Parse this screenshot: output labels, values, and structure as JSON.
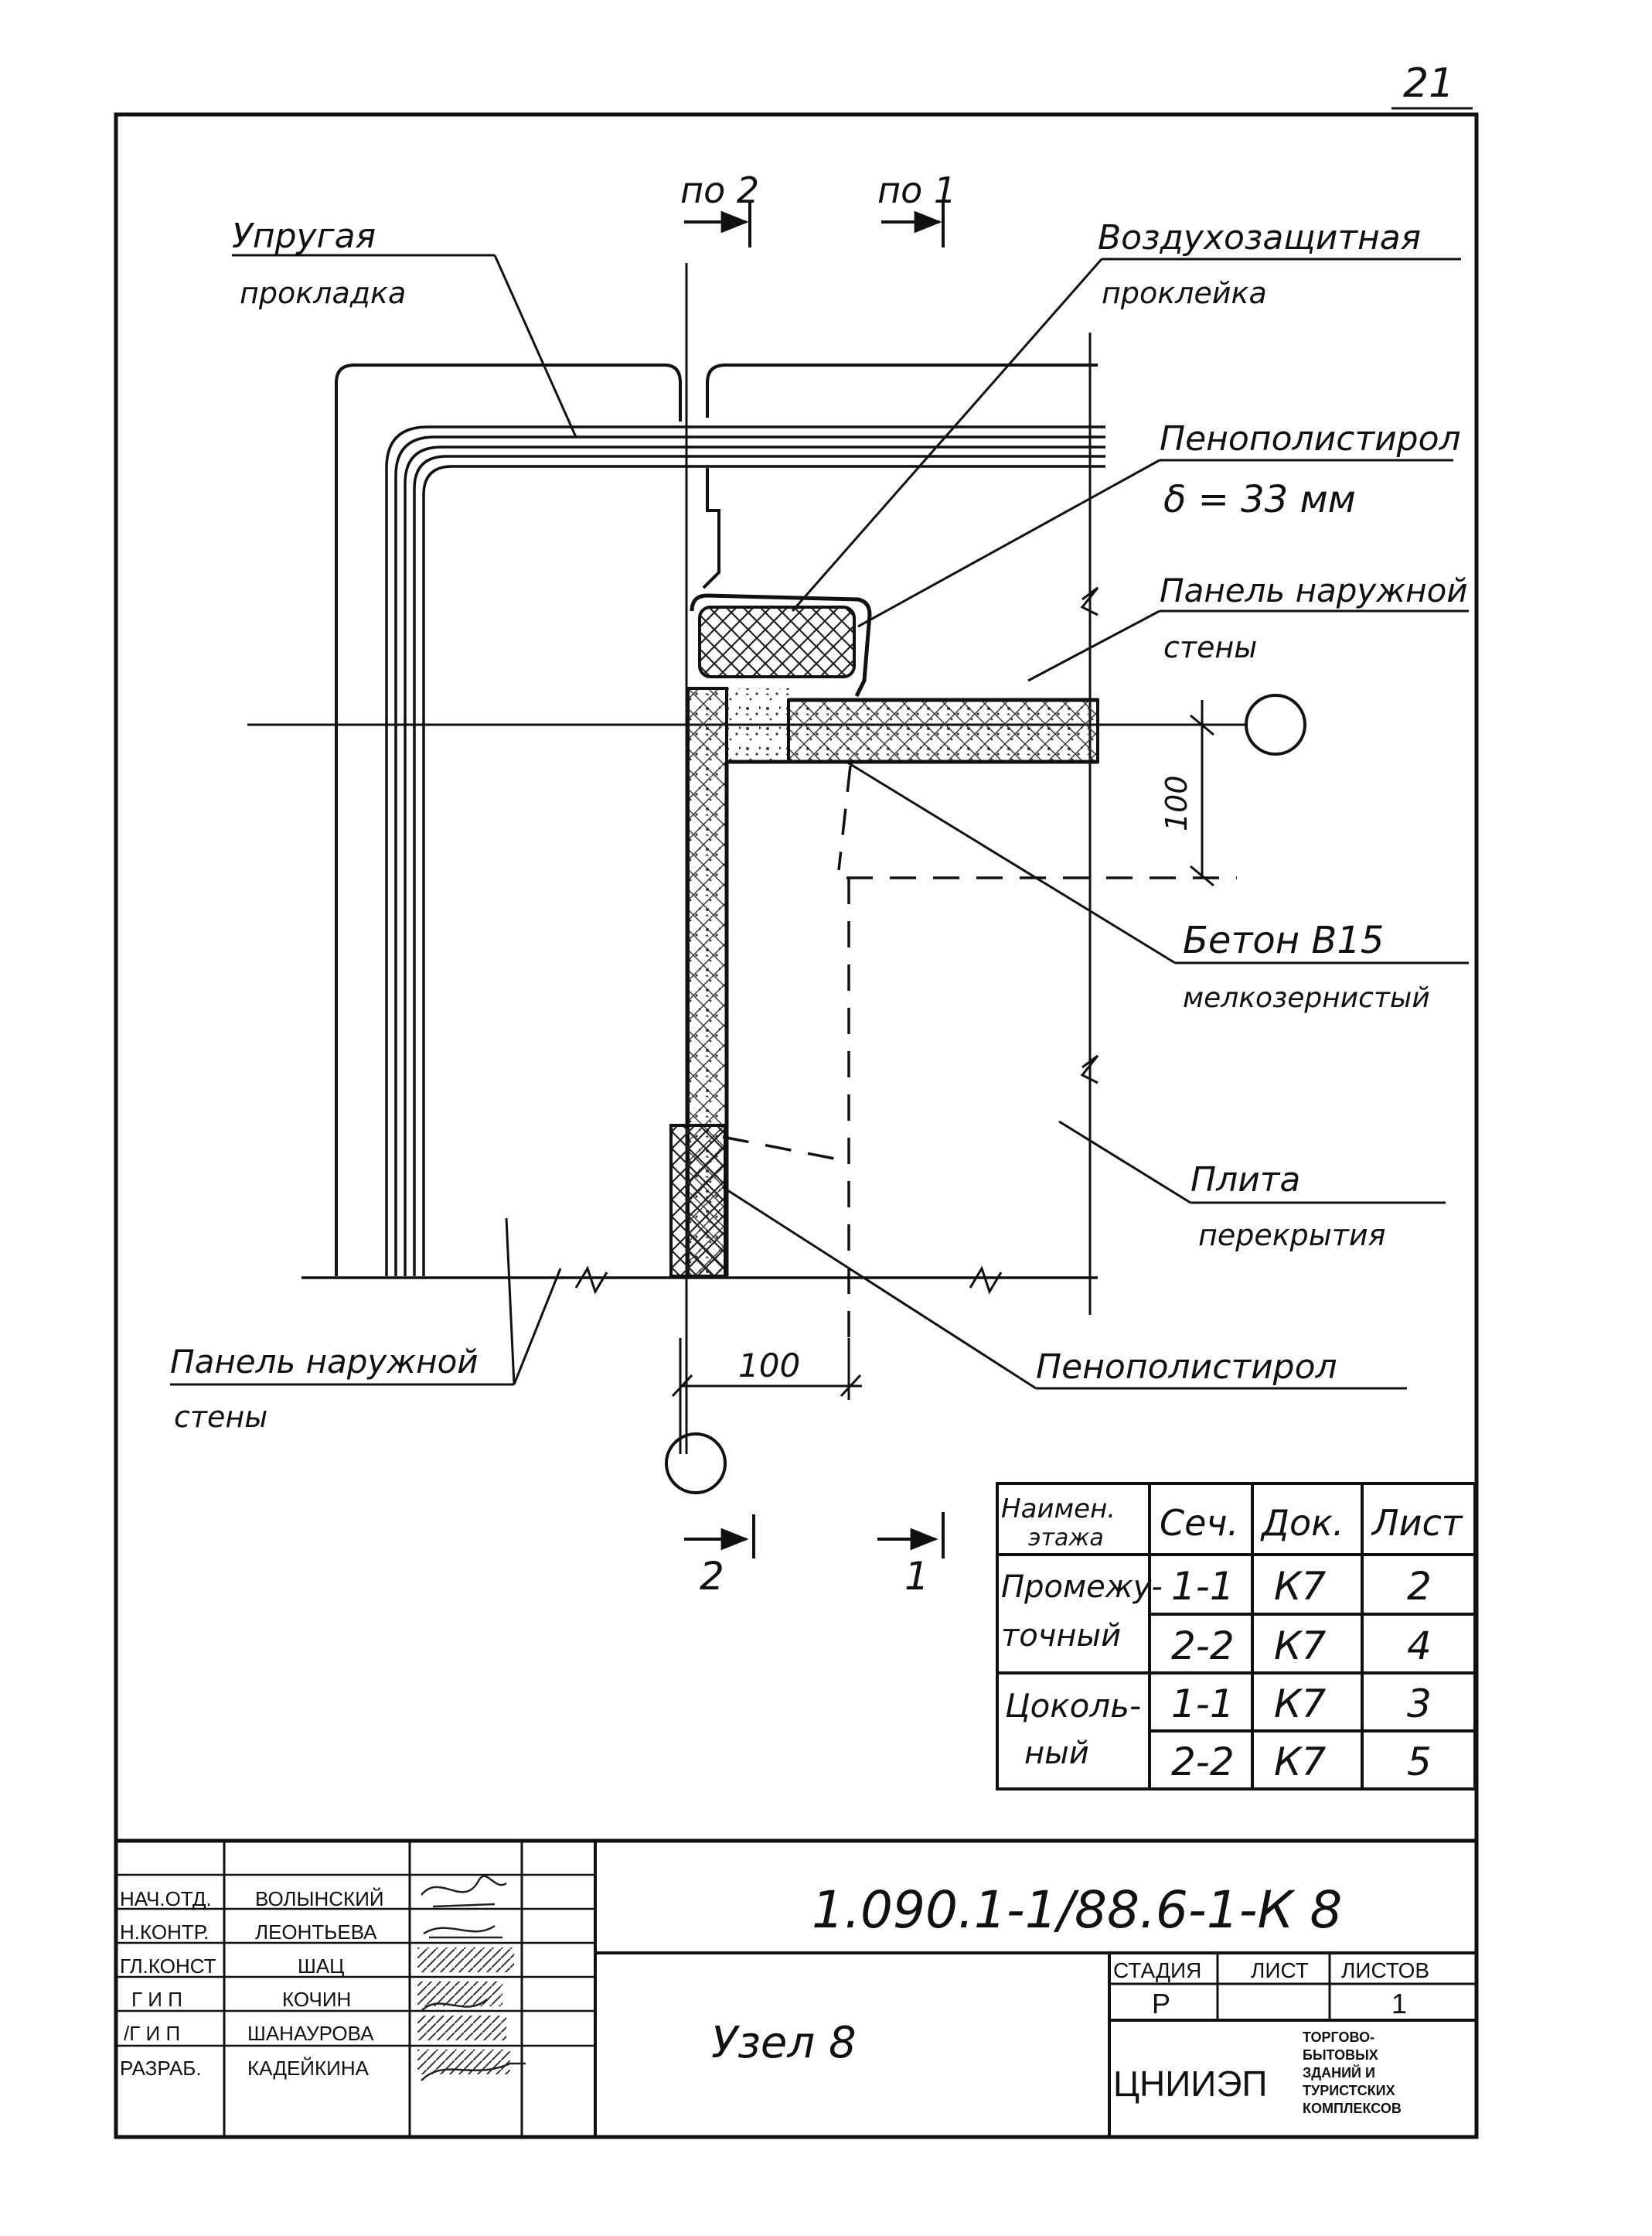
{
  "sheet": {
    "page_number": "21"
  },
  "labels": {
    "elastic_gasket": [
      "Упругая",
      "прокладка"
    ],
    "air_protection": [
      "Воздухозащитная",
      "проклейка"
    ],
    "polystyrene_top": [
      "Пенополистирол",
      "δ = 33 мм"
    ],
    "outer_wall_right": [
      "Панель наружной",
      "стены"
    ],
    "concrete": [
      "Бетон В15",
      "мелкозернистый"
    ],
    "floor_slab": [
      "Плита",
      "перекрытия"
    ],
    "outer_wall_left": [
      "Панель наружной",
      "стены"
    ],
    "polystyrene_bottom": "Пенополистирол",
    "section_top_2": "по 2",
    "section_top_1": "по 1",
    "section_bottom_2": "2",
    "section_bottom_1": "1",
    "dim_vertical": "100",
    "dim_horizontal": "100"
  },
  "reference_table": {
    "headers": [
      "Наимен. этажа",
      "Сеч.",
      "Док.",
      "Лист"
    ],
    "groups": [
      {
        "floor": "Промежуточный",
        "rows": [
          {
            "section": "1-1",
            "doc": "К7",
            "sheet": "2"
          },
          {
            "section": "2-2",
            "doc": "К7",
            "sheet": "4"
          }
        ]
      },
      {
        "floor": "Цокольный",
        "rows": [
          {
            "section": "1-1",
            "doc": "К7",
            "sheet": "3"
          },
          {
            "section": "2-2",
            "doc": "К7",
            "sheet": "5"
          }
        ]
      }
    ]
  },
  "title_block": {
    "signatures": [
      {
        "role": "НАЧ.ОТД.",
        "name": "ВОЛЫНСКИЙ"
      },
      {
        "role": "Н.КОНТР.",
        "name": "ЛЕОНТЬЕВА"
      },
      {
        "role": "ГЛ.КОНСТ",
        "name": "ШАЦ"
      },
      {
        "role": "Г И П",
        "name": "КОЧИН"
      },
      {
        "role": "/Г И П",
        "name": "ШАНАУРОВА"
      },
      {
        "role": "РАЗРАБ.",
        "name": "КАДЕЙКИНА"
      }
    ],
    "document_code": "1.090.1-1/88.6-1-К 8",
    "title": "Узел 8",
    "stage_label": "СТАДИЯ",
    "sheet_label": "ЛИСТ",
    "sheets_label": "ЛИСТОВ",
    "stage": "Р",
    "sheet": "",
    "sheets": "1",
    "organization": "ЦНИИЭП",
    "organization_desc": [
      "ТОРГОВО-",
      "БЫТОВЫХ",
      "ЗДАНИЙ И",
      "ТУРИСТСКИХ",
      "КОМПЛЕКСОВ"
    ]
  }
}
